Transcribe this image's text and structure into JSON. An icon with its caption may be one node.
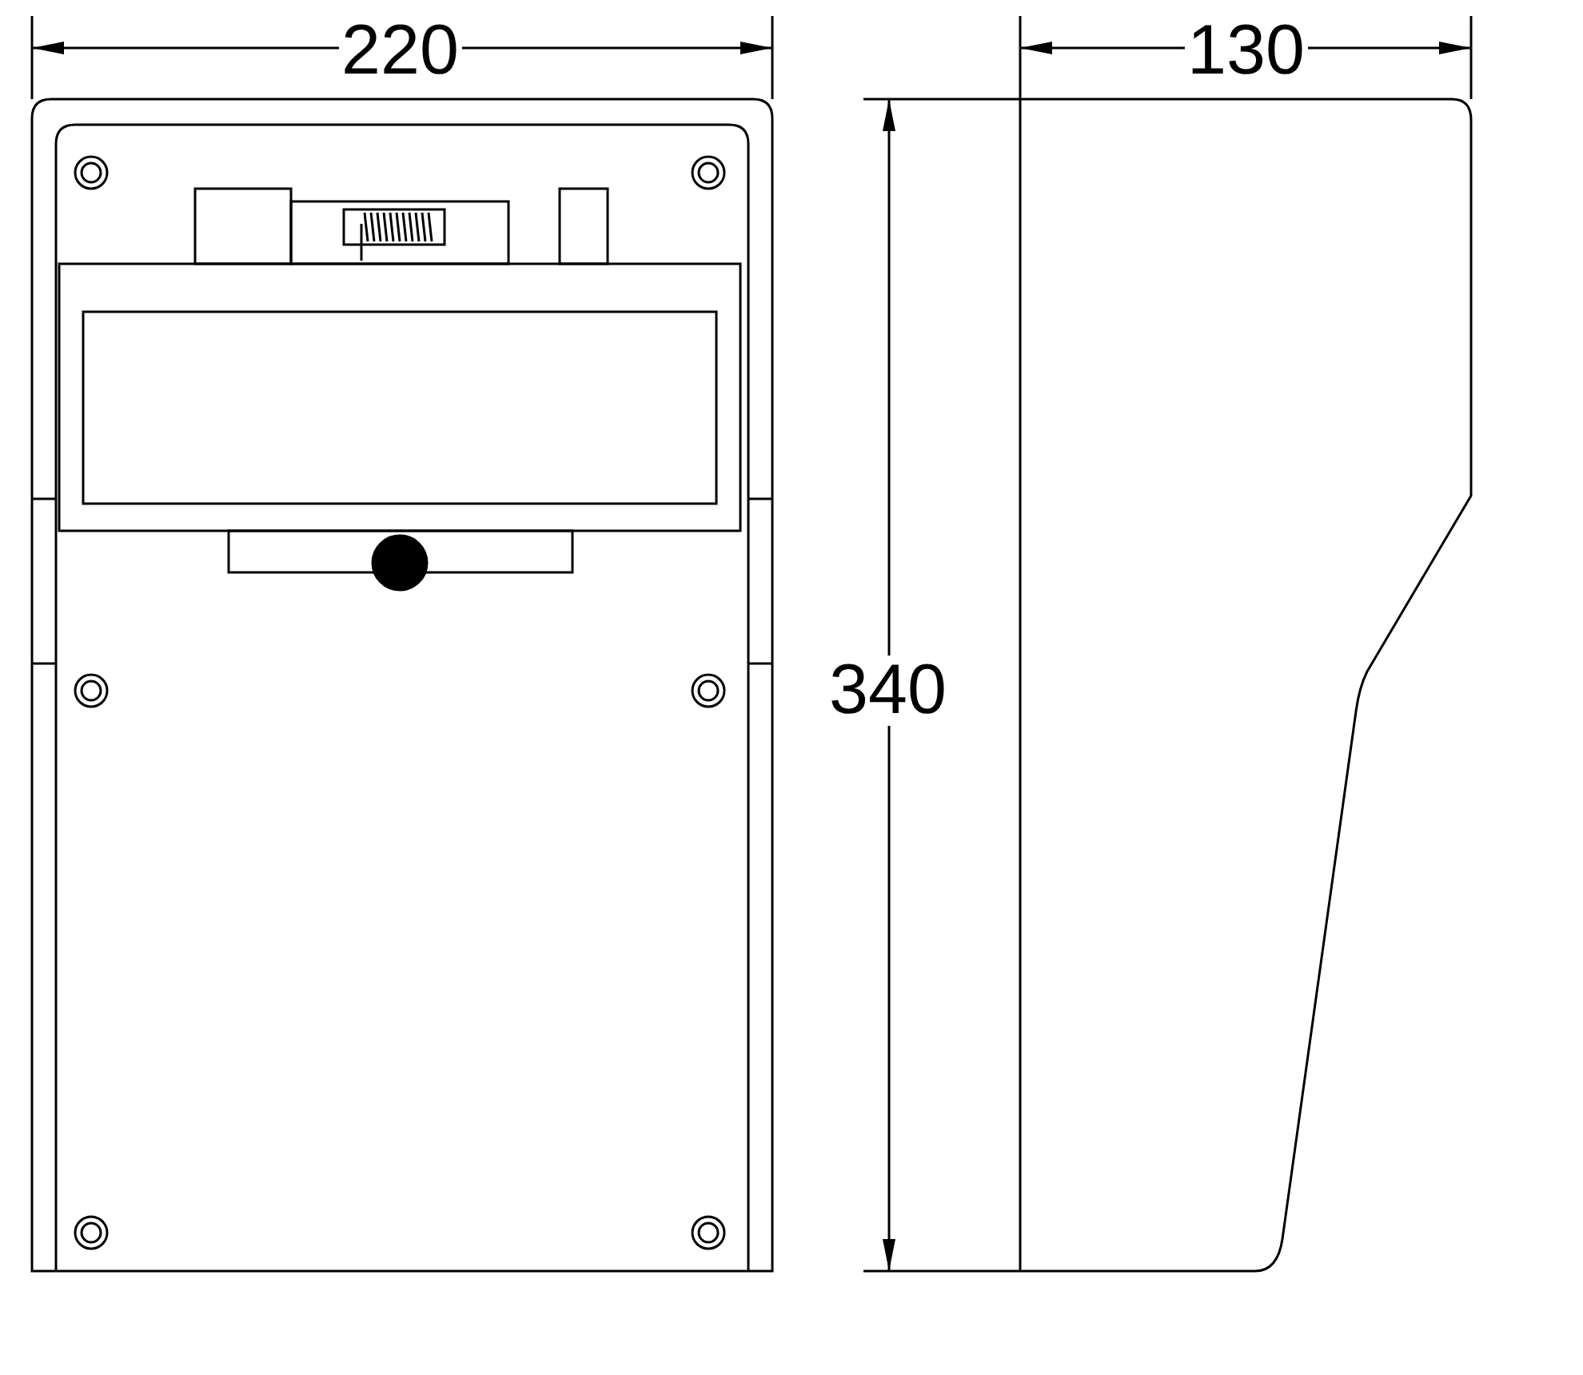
{
  "diagram": {
    "labels": [
      "220",
      "130",
      "340"
    ]
  }
}
